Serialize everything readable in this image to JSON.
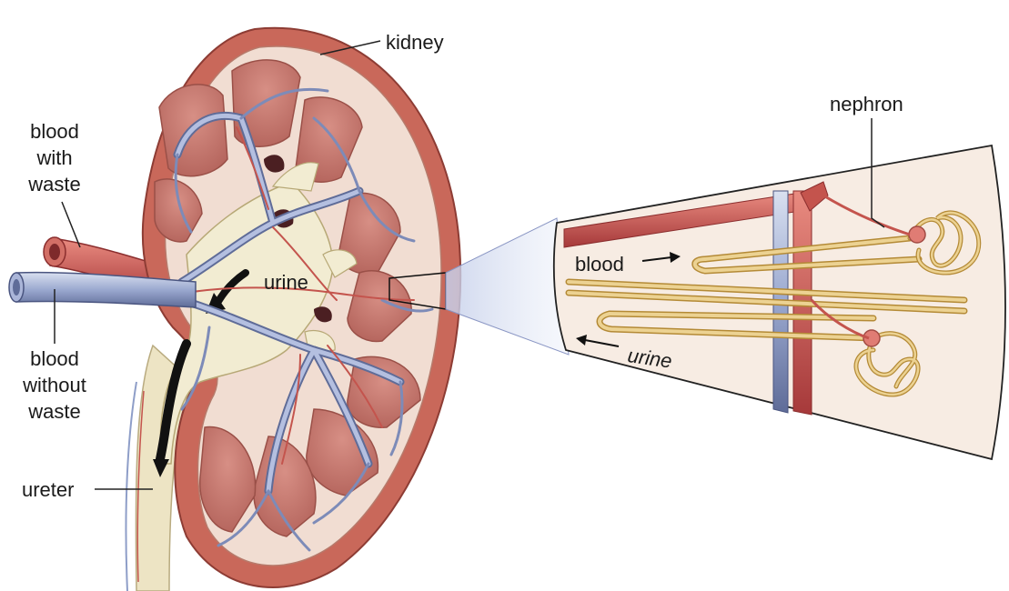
{
  "labels": {
    "kidney": "kidney",
    "blood_with_waste": [
      "blood",
      "with",
      "waste"
    ],
    "blood_without_waste": [
      "blood",
      "without",
      "waste"
    ],
    "urine_kidney": "urine",
    "ureter": "ureter",
    "nephron": "nephron",
    "blood_inset": "blood",
    "urine_inset": "urine"
  },
  "colors": {
    "capsule": "#c9685a",
    "cortex": "#f1ddd2",
    "pyramid": "#c87c72",
    "pelvis": "#f2ecd2",
    "vein": "#8e9ec8",
    "artery": "#c4544d",
    "tubule": "#e2c277",
    "inset_bg": "#f7ece3"
  }
}
